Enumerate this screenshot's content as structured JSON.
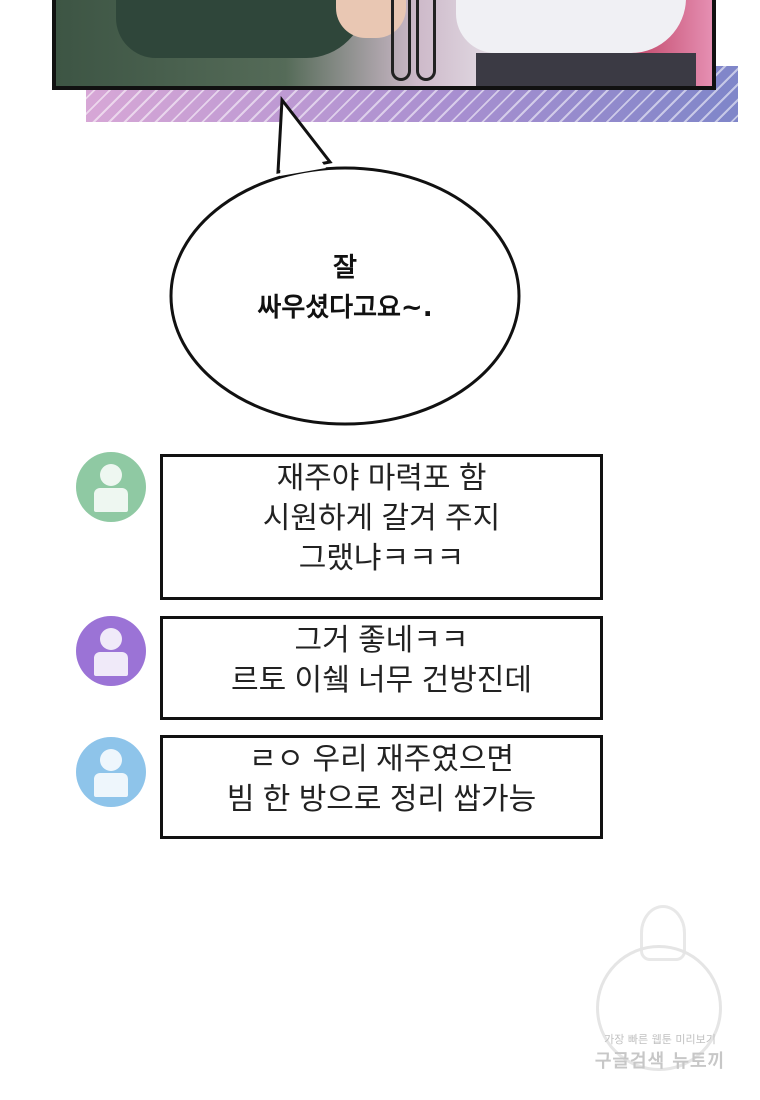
{
  "speech_bubble": {
    "lines": [
      "잘",
      "싸우셨다고요~."
    ]
  },
  "comments": [
    {
      "avatar_color": "#8fc9a3",
      "lines": [
        "재주야 마력포 함",
        "시원하게 갈겨 주지",
        "그랬냐ㅋㅋㅋ"
      ]
    },
    {
      "avatar_color": "#9b73d6",
      "lines": [
        "그거 좋네ㅋㅋ",
        "르토  이쉨 너무 건방진데"
      ]
    },
    {
      "avatar_color": "#8ec4ea",
      "lines": [
        "ㄹㅇ 우리 재주였으면",
        "빔 한 방으로 정리 쌉가능"
      ]
    }
  ],
  "watermark": {
    "line1": "가장 빠른 웹툰 미리보기",
    "line2": "구글검색 뉴토끼"
  }
}
